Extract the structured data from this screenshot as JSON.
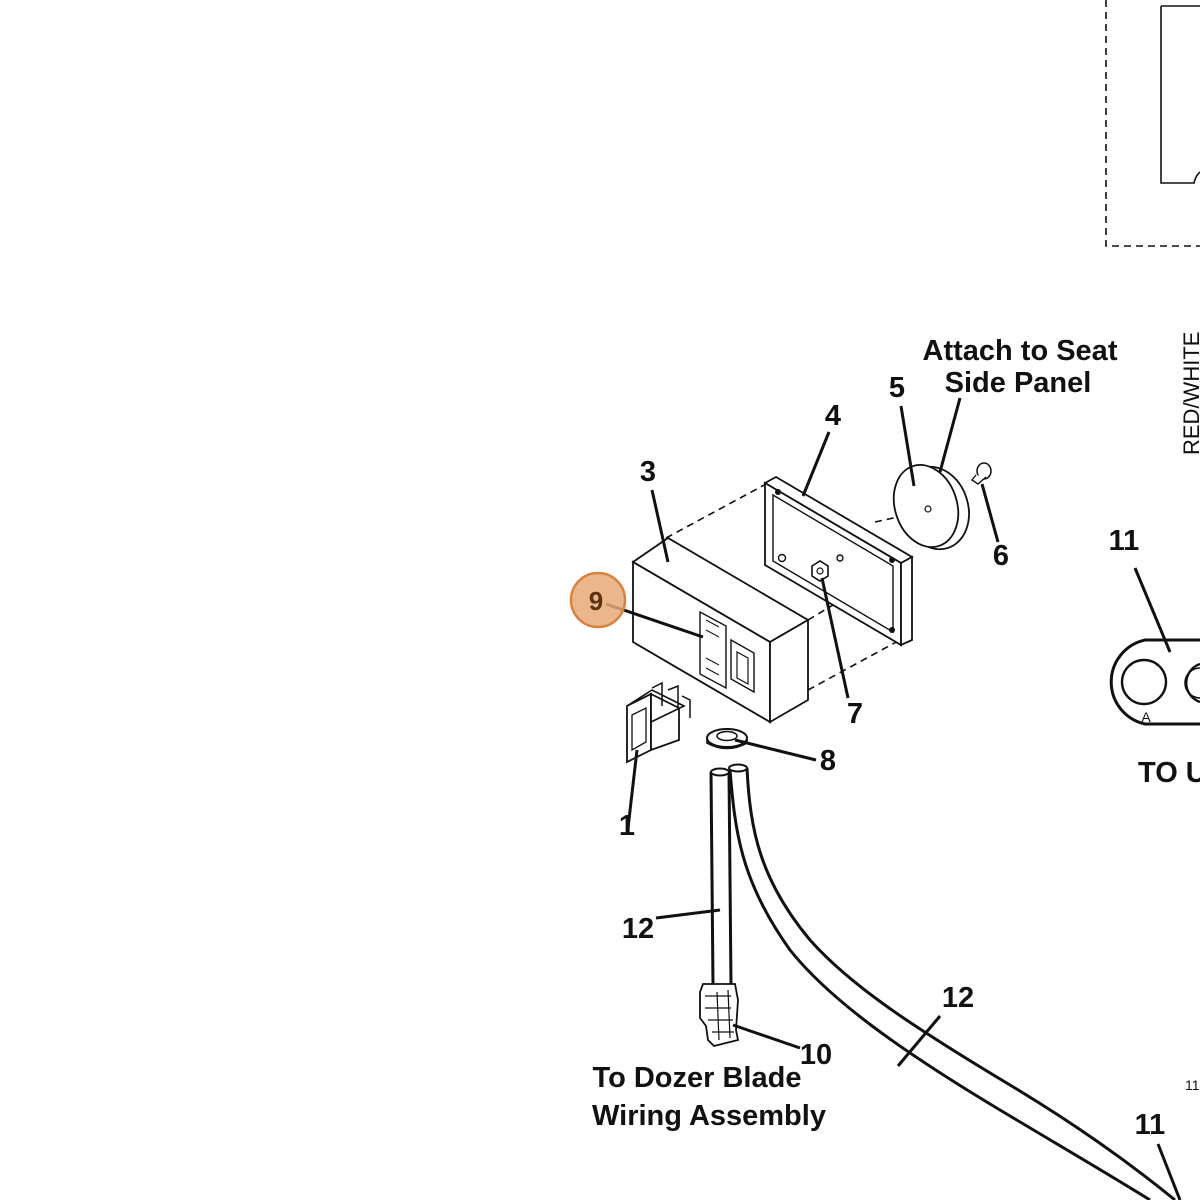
{
  "diagram": {
    "attach_label_line1": "Attach to Seat",
    "attach_label_line2": "Side Panel",
    "dozer_label_line1": "To Dozer Blade",
    "dozer_label_line2": "Wiring Assembly",
    "to_label": "TO U",
    "wire_color_label": "RED/WHITE",
    "port_letter": "A",
    "corner_fragment": "11",
    "highlight_color": "#e8a978",
    "highlighted_part": "9",
    "parts": {
      "p1": "1",
      "p3": "3",
      "p4": "4",
      "p5": "5",
      "p6": "6",
      "p7": "7",
      "p8": "8",
      "p9": "9",
      "p10": "10",
      "p11_top": "11",
      "p11_bottom": "11",
      "p12_left": "12",
      "p12_right": "12"
    }
  }
}
